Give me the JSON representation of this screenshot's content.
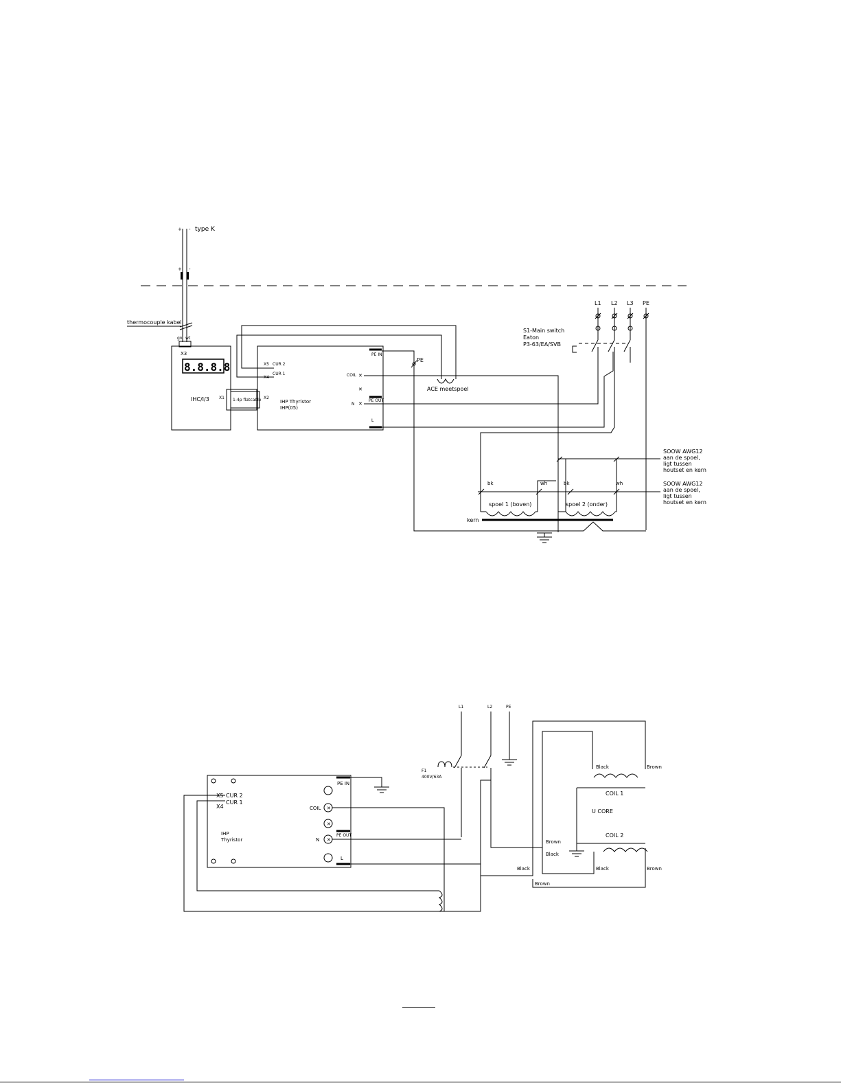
{
  "diagram_top": {
    "thermocouple": {
      "type_label": "type K",
      "cable_label": "thermocouple kabel",
      "plus": "+",
      "minus": "-",
      "wire_a": "gn",
      "wire_b": "wt"
    },
    "controller": {
      "connector": "X3",
      "display_value": "8.8.8.8",
      "name": "IHC/I/3",
      "x1": "X1"
    },
    "cable_box": {
      "label": "1-4p flatcable",
      "x2": "X2"
    },
    "thyristor": {
      "x5": "X5",
      "cur2": "CUR 2",
      "x4": "X4",
      "cur1": "CUR 1",
      "name_line1": "IHP Thyristor",
      "name_line2": "IHP(05)",
      "pe_in": "PE IN",
      "pe_out": "PE OUT",
      "coil": "COIL",
      "n": "N",
      "l": "L"
    },
    "meetspoel": "ACE meetspoel",
    "pe_node": "PE",
    "main_switch": {
      "line1": "S1-Main switch",
      "line2": "Eaton",
      "line3": "P3-63/EA/SVB"
    },
    "terminals": [
      "L1",
      "L2",
      "L3",
      "PE"
    ],
    "cable_notes": [
      {
        "lines": [
          "SOOW AWG12",
          "aan de spoel,",
          "ligt tussen",
          "houtset en kern"
        ]
      },
      {
        "lines": [
          "SOOW AWG12",
          "aan de spoel,",
          "ligt tussen",
          "houtset en kern"
        ]
      }
    ],
    "wire_labels": {
      "bk": "bk",
      "wh": "wh"
    },
    "coil1": "spoel 1 (boven)",
    "coil2": "spoel 2 (onder)",
    "core": "kern"
  },
  "diagram_bottom": {
    "thyristor": {
      "x5": "X5",
      "cur2": "CUR 2",
      "x4": "X4",
      "cur1": "CUR 1",
      "name_line1": "IHP",
      "name_line2": "Thyristor",
      "pe_in": "PE IN",
      "pe_out": "PE OUT",
      "coil": "COIL",
      "n": "N",
      "l": "L"
    },
    "terminals": [
      "L1",
      "L2",
      "PE"
    ],
    "fuse": {
      "label": "F1",
      "rating": "400V/63A"
    },
    "coil1": "COIL 1",
    "coil2": "COIL 2",
    "core": "U CORE",
    "wire_labels": {
      "black": "Black",
      "brown": "Brown"
    }
  }
}
